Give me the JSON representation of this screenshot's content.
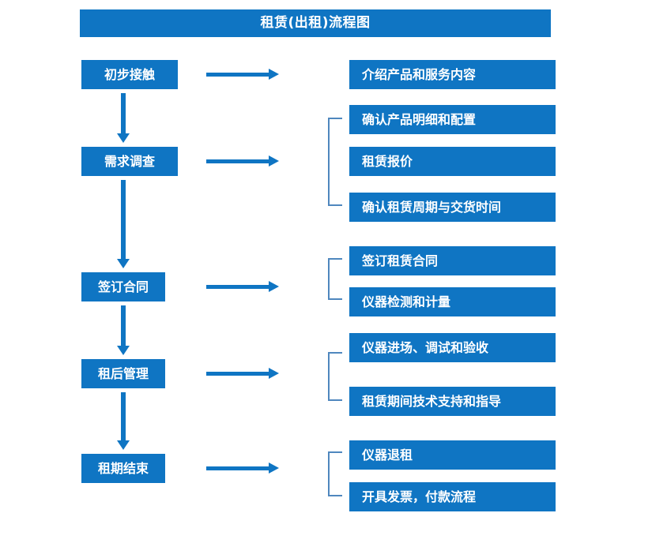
{
  "diagram": {
    "title": "租赁(出租)流程图",
    "theme_color": "#0F75C3",
    "bracket_color": "#4F87BE",
    "background": "#FFFFFF"
  },
  "stages": [
    {
      "label": "初步接触"
    },
    {
      "label": "需求调查"
    },
    {
      "label": "签订合同"
    },
    {
      "label": "租后管理"
    },
    {
      "label": "租期结束"
    }
  ],
  "details": [
    {
      "label": "介绍产品和服务内容"
    },
    {
      "label": "确认产品明细和配置"
    },
    {
      "label": "租赁报价"
    },
    {
      "label": "确认租赁周期与交货时间"
    },
    {
      "label": "签订租赁合同"
    },
    {
      "label": "仪器检测和计量"
    },
    {
      "label": "仪器进场、调试和验收"
    },
    {
      "label": "租赁期间技术支持和指导"
    },
    {
      "label": "仪器退租"
    },
    {
      "label": "开具发票，付款流程"
    }
  ],
  "chart_data": {
    "type": "diagram",
    "title": "租赁(出租)流程图",
    "orientation": "vertical-flow-with-branches",
    "nodes": [
      {
        "id": "s1",
        "label": "初步接触",
        "column": "stage"
      },
      {
        "id": "s2",
        "label": "需求调查",
        "column": "stage"
      },
      {
        "id": "s3",
        "label": "签订合同",
        "column": "stage"
      },
      {
        "id": "s4",
        "label": "租后管理",
        "column": "stage"
      },
      {
        "id": "s5",
        "label": "租期结束",
        "column": "stage"
      },
      {
        "id": "d1",
        "label": "介绍产品和服务内容",
        "column": "detail"
      },
      {
        "id": "d2",
        "label": "确认产品明细和配置",
        "column": "detail"
      },
      {
        "id": "d3",
        "label": "租赁报价",
        "column": "detail"
      },
      {
        "id": "d4",
        "label": "确认租赁周期与交货时间",
        "column": "detail"
      },
      {
        "id": "d5",
        "label": "签订租赁合同",
        "column": "detail"
      },
      {
        "id": "d6",
        "label": "仪器检测和计量",
        "column": "detail"
      },
      {
        "id": "d7",
        "label": "仪器进场、调试和验收",
        "column": "detail"
      },
      {
        "id": "d8",
        "label": "租赁期间技术支持和指导",
        "column": "detail"
      },
      {
        "id": "d9",
        "label": "仪器退租",
        "column": "detail"
      },
      {
        "id": "d10",
        "label": "开具发票，付款流程",
        "column": "detail"
      }
    ],
    "edges": [
      {
        "from": "s1",
        "to": "s2",
        "type": "arrow-down"
      },
      {
        "from": "s2",
        "to": "s3",
        "type": "arrow-down"
      },
      {
        "from": "s3",
        "to": "s4",
        "type": "arrow-down"
      },
      {
        "from": "s4",
        "to": "s5",
        "type": "arrow-down"
      },
      {
        "from": "s1",
        "to": "d1",
        "type": "arrow-right"
      },
      {
        "from": "s2",
        "to": [
          "d2",
          "d3",
          "d4"
        ],
        "type": "arrow-right-bracket"
      },
      {
        "from": "s3",
        "to": [
          "d5",
          "d6"
        ],
        "type": "arrow-right-bracket"
      },
      {
        "from": "s4",
        "to": [
          "d7",
          "d8"
        ],
        "type": "arrow-right-bracket"
      },
      {
        "from": "s5",
        "to": [
          "d9",
          "d10"
        ],
        "type": "arrow-right-bracket"
      }
    ]
  }
}
